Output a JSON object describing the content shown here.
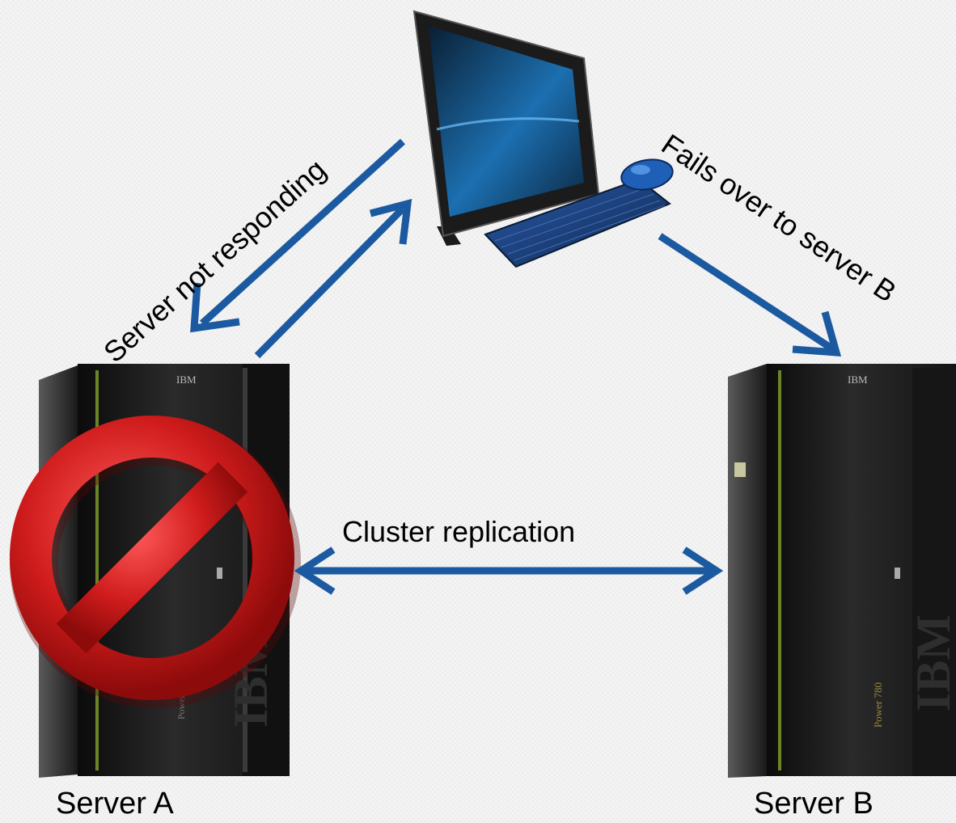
{
  "labels": {
    "not_responding": "Server  not responding",
    "fails_over": "Fails over to server B",
    "cluster_replication": "Cluster replication",
    "server_a": "Server A",
    "server_b": "Server B"
  },
  "servers": [
    {
      "id": "server_a",
      "brand": "IBM",
      "model": "Power",
      "status": "not responding"
    },
    {
      "id": "server_b",
      "brand": "IBM",
      "model": "Power 780",
      "status": "active"
    }
  ],
  "colors": {
    "arrow": "#1b5aa0",
    "prohibited": "#c41a1a",
    "server_body": "#1c1c1c",
    "screen": "#1c6fb0",
    "keyboard": "#1d3f7a"
  },
  "icons": {
    "client": "computer-icon",
    "server": "server-rack-icon",
    "failed": "prohibited-icon"
  }
}
